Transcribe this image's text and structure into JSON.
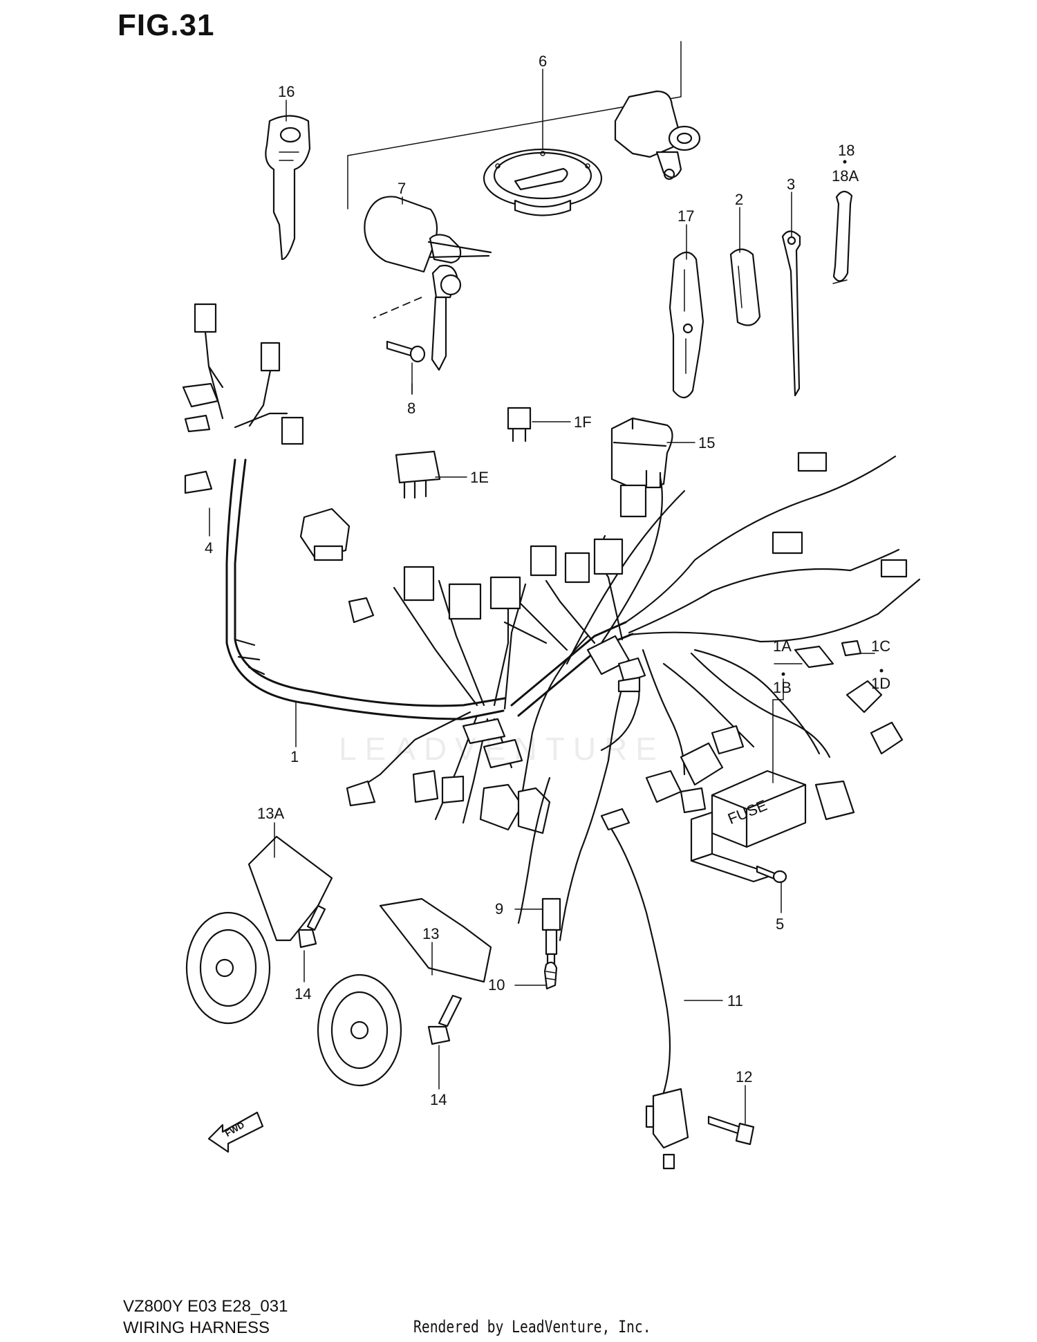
{
  "figure": {
    "title": "FIG.31",
    "model_code": "VZ800Y E03 E28_031",
    "section_name": "WIRING HARNESS",
    "rendered_by": "Rendered by LeadVenture, Inc.",
    "watermark": "LEADVENTURE"
  },
  "callouts": [
    {
      "id": "c-16",
      "label": "16"
    },
    {
      "id": "c-6",
      "label": "6"
    },
    {
      "id": "c-7",
      "label": "7"
    },
    {
      "id": "c-8",
      "label": "8"
    },
    {
      "id": "c-18",
      "label": "18"
    },
    {
      "id": "c-18a",
      "label": "18A"
    },
    {
      "id": "c-3",
      "label": "3"
    },
    {
      "id": "c-2",
      "label": "2"
    },
    {
      "id": "c-17",
      "label": "17"
    },
    {
      "id": "c-1f",
      "label": "1F"
    },
    {
      "id": "c-15",
      "label": "15"
    },
    {
      "id": "c-1e",
      "label": "1E"
    },
    {
      "id": "c-4",
      "label": "4"
    },
    {
      "id": "c-1a",
      "label": "1A"
    },
    {
      "id": "c-1b",
      "label": "1B"
    },
    {
      "id": "c-1c",
      "label": "1C"
    },
    {
      "id": "c-1d",
      "label": "1D"
    },
    {
      "id": "c-1",
      "label": "1"
    },
    {
      "id": "c-5",
      "label": "5"
    },
    {
      "id": "c-13a",
      "label": "13A"
    },
    {
      "id": "c-9",
      "label": "9"
    },
    {
      "id": "c-13",
      "label": "13"
    },
    {
      "id": "c-10",
      "label": "10"
    },
    {
      "id": "c-11",
      "label": "11"
    },
    {
      "id": "c-14a",
      "label": "14"
    },
    {
      "id": "c-14b",
      "label": "14"
    },
    {
      "id": "c-12",
      "label": "12"
    }
  ],
  "fwd_arrow_label": "FWD",
  "fuse_box_label": "FUSE"
}
